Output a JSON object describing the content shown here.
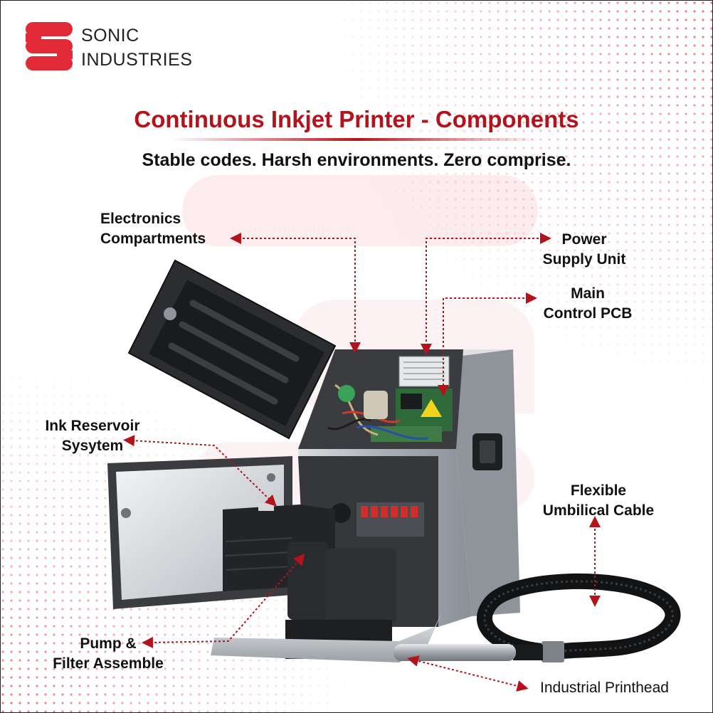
{
  "brand": {
    "line1": "SONIC",
    "line2": "INDUSTRIES",
    "logo_color": "#e12a35"
  },
  "header": {
    "title": "Continuous Inkjet Printer - Components",
    "subtitle": "Stable codes. Harsh environments. Zero comprise."
  },
  "labels": {
    "electronics": [
      "Electronics",
      "Compartments"
    ],
    "power": [
      "Power",
      "Supply Unit"
    ],
    "pcb": [
      "Main",
      "Control PCB"
    ],
    "ink": [
      "Ink Reservoir",
      "Sysytem"
    ],
    "cable": [
      "Flexible",
      "Umbilical Cable"
    ],
    "pump": [
      "Pump &",
      "Filter Assemble"
    ],
    "printhead": "Industrial Printhead"
  },
  "colors": {
    "accent": "#b3141c",
    "arrow": "#b3141c",
    "steel": "#b9bec4",
    "plastic": "#2b2d30"
  },
  "icons": [
    "sonic-logo-icon",
    "printer-illustration",
    "umbilical-cable-icon",
    "printhead-icon"
  ]
}
